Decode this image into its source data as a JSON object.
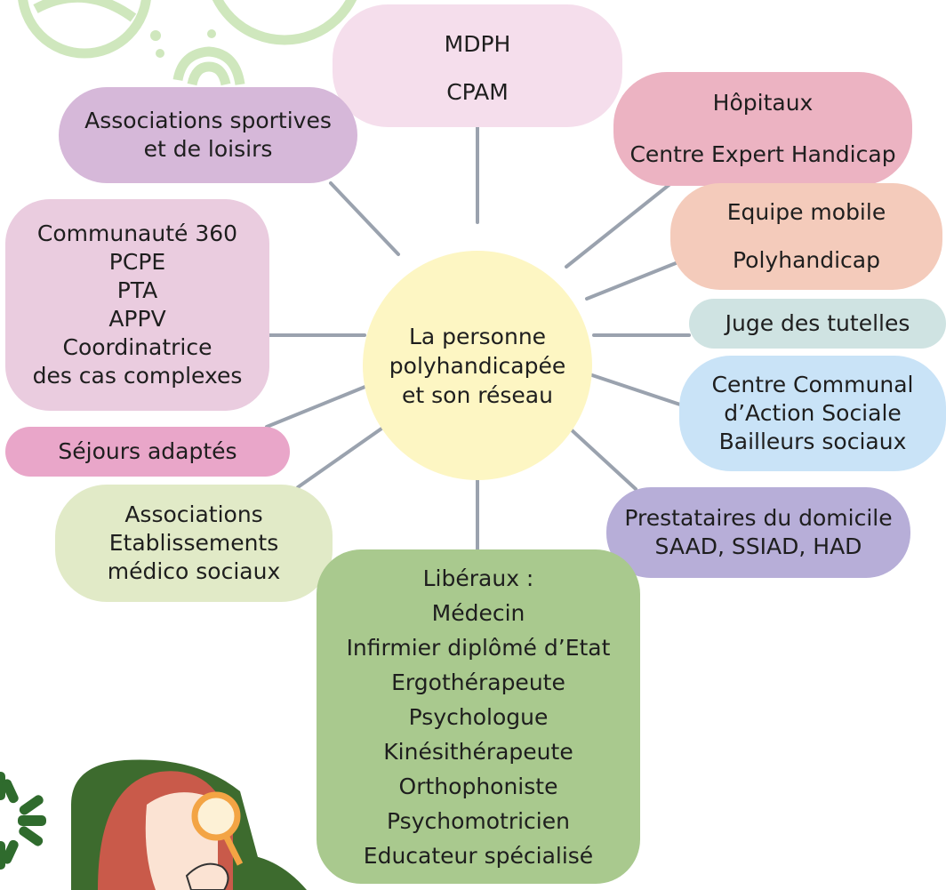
{
  "center": {
    "lines": [
      "La personne",
      "polyhandicapée",
      "et son réseau"
    ]
  },
  "nodes": {
    "mdph": {
      "lines": [
        "MDPH",
        "CPAM"
      ],
      "color": "#f5deec"
    },
    "sport": {
      "lines": [
        "Associations sportives",
        "et de loisirs"
      ],
      "color": "#d6b8d9"
    },
    "hopitaux": {
      "lines": [
        "Hôpitaux",
        "Centre Expert Handicap"
      ],
      "color": "#ecb3c2"
    },
    "equipe": {
      "lines": [
        "Equipe mobile",
        "Polyhandicap"
      ],
      "color": "#f4cbbb"
    },
    "communaute": {
      "lines": [
        "Communauté 360",
        "PCPE",
        "PTA",
        "APPV",
        "Coordinatrice",
        "des cas complexes"
      ],
      "color": "#eaccdf"
    },
    "juge": {
      "lines": [
        "Juge des tutelles"
      ],
      "color": "#cfe3e2"
    },
    "ccas": {
      "lines": [
        "Centre Communal",
        "d’Action Sociale",
        "Bailleurs sociaux"
      ],
      "color": "#c9e3f7"
    },
    "sejours": {
      "lines": [
        "Séjours adaptés"
      ],
      "color": "#e9a6c9"
    },
    "associations": {
      "lines": [
        "Associations",
        "Etablissements",
        "médico sociaux"
      ],
      "color": "#e1eac7"
    },
    "prestataires": {
      "lines": [
        "Prestataires du domicile",
        "SAAD, SSIAD, HAD"
      ],
      "color": "#b7aed8"
    },
    "liberaux": {
      "lines": [
        "Libéraux :",
        "Médecin",
        "Infirmier diplômé d’Etat",
        "Ergothérapeute",
        "Psychologue",
        "Kinésithérapeute",
        "Orthophoniste",
        "Psychomotricien",
        "Educateur spécialisé"
      ],
      "color": "#a9c98e"
    }
  },
  "colors": {
    "connector": "#9aa2ae",
    "center": "#fdf6c3",
    "decor_green": "#8fc26a",
    "decor_dark_green": "#2f6b2d"
  }
}
